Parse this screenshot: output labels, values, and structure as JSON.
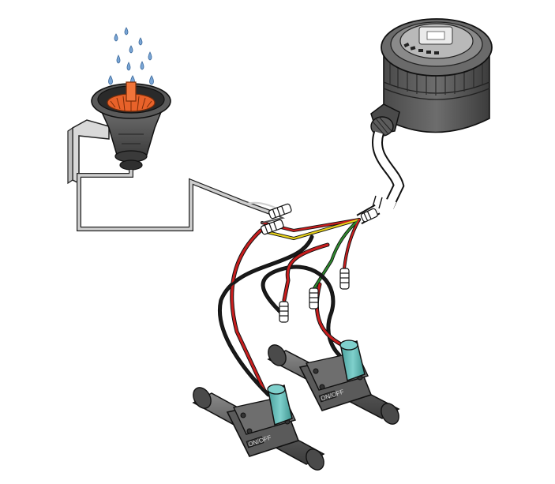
{
  "diagram": {
    "components": [
      {
        "id": "rain-sensor",
        "icon": "rain-sensor-icon"
      },
      {
        "id": "controller",
        "icon": "irrigation-controller-icon"
      },
      {
        "id": "valve-1",
        "icon": "solenoid-valve-icon",
        "marking": "ON/OFF"
      },
      {
        "id": "valve-2",
        "icon": "solenoid-valve-icon",
        "marking": "ON/OFF"
      }
    ],
    "wire_colors": {
      "sensor_cable": "#cfcfcf",
      "controller_cable": "#ffffff",
      "red": "#c81e1e",
      "black": "#1a1a1a",
      "green": "#2e8a2e",
      "yellow": "#e8d21a",
      "valve_body": "#5a5a5a",
      "solenoid": "#5fb8b4",
      "sensor_discs": "#e8622a",
      "rain_drops": "#7aa6d6"
    }
  }
}
